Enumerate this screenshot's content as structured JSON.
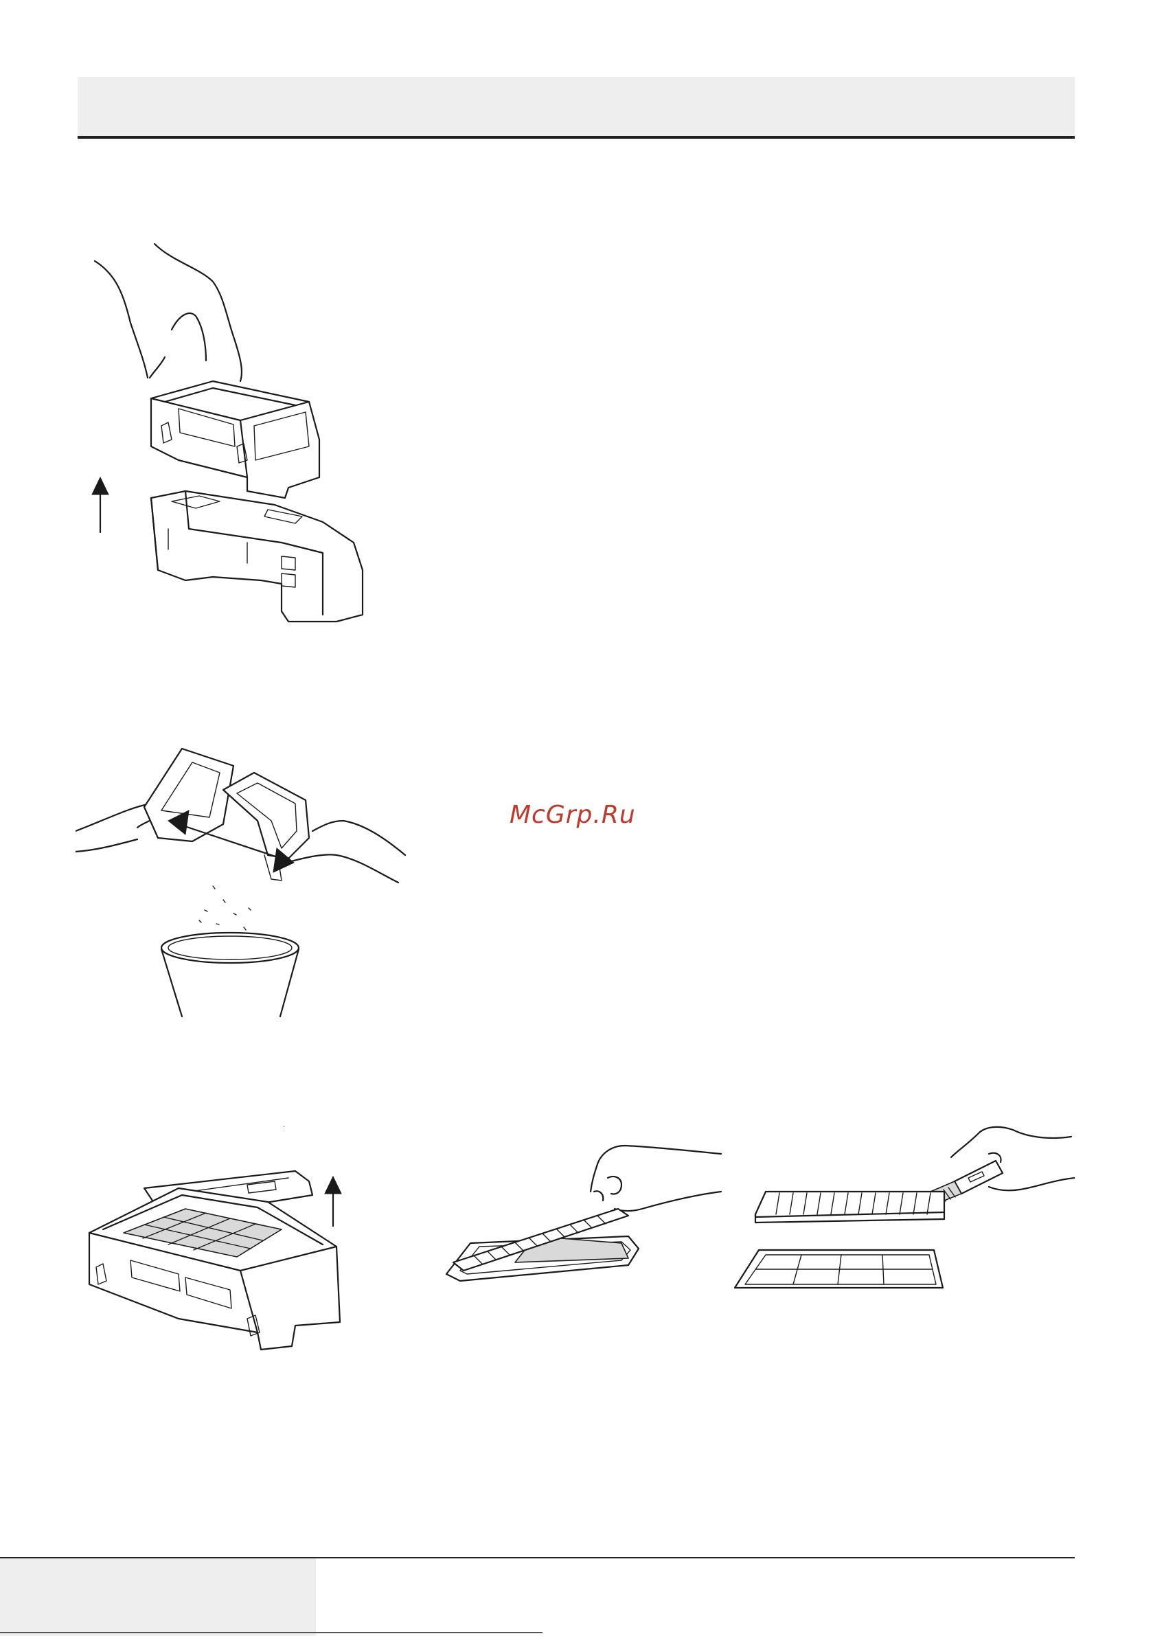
{
  "header": {
    "band_color": "#eeeeee",
    "rule_color": "#222222"
  },
  "watermark": {
    "text": "McGrp.Ru",
    "color": "#c0392b"
  },
  "figures": [
    {
      "id": "remove-dust-box",
      "icon": "hand-lifting-dust-box-icon"
    },
    {
      "id": "empty-dust-box",
      "icon": "hands-emptying-dust-box-icon"
    },
    {
      "id": "open-filter-cover",
      "icon": "dust-box-open-lid-icon"
    },
    {
      "id": "remove-filter",
      "icon": "hand-removing-filter-icon"
    },
    {
      "id": "brush-filter",
      "icon": "brush-cleaning-filter-icon"
    }
  ],
  "footer": {
    "block_color": "#eeeeee"
  }
}
